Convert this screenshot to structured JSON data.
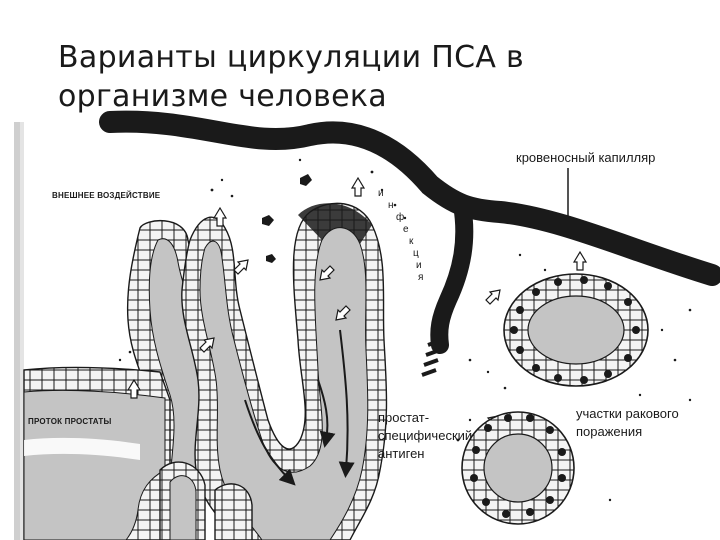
{
  "slide": {
    "title_line1": "Варианты циркуляции ПСА в",
    "title_line2": "организме человека"
  },
  "diagram": {
    "labels": {
      "external_influence": "ВНЕШНЕЕ ВОЗДЕЙСТВИЕ",
      "blood_capillary": "кровеносный капилляр",
      "infection_letters": [
        "и",
        "н",
        "ф",
        "е",
        "к",
        "ц",
        "и",
        "я"
      ],
      "prostate_duct": "ПРОТОК ПРОСТАТЫ",
      "psa_line1": "простат-",
      "psa_line2": "специфический",
      "psa_line3": "антиген",
      "cancer_line1": "участки ракового",
      "cancer_line2": "поражения"
    },
    "colors": {
      "ink": "#1a1a1a",
      "lumen": "#c4c4c4",
      "cell": "#f4f4f4",
      "background": "#ffffff"
    }
  }
}
